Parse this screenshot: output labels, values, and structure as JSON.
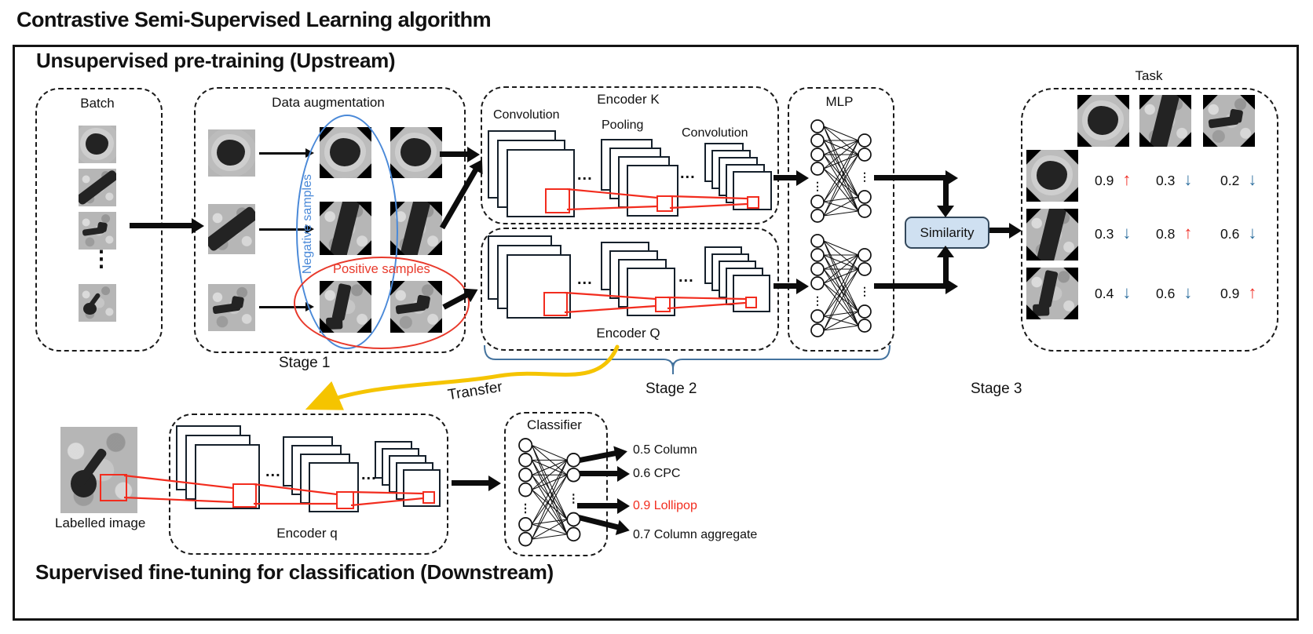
{
  "title": "Contrastive Semi-Supervised Learning algorithm",
  "upstream": {
    "heading": "Unsupervised pre-training (Upstream)",
    "batch": {
      "label": "Batch"
    },
    "augmentation": {
      "label": "Data augmentation",
      "negative_label": "Negative samples",
      "positive_label": "Positive samples"
    },
    "stage1_label": "Stage 1",
    "stage2_label": "Stage 2",
    "stage3_label": "Stage 3",
    "encoder_k": {
      "label": "Encoder K",
      "conv_left_label": "Convolution",
      "pooling_label": "Pooling",
      "conv_right_label": "Convolution"
    },
    "encoder_q": {
      "label": "Encoder Q"
    },
    "mlp": {
      "label": "MLP"
    },
    "similarity_label": "Similarity",
    "task": {
      "label": "Task",
      "rows": [
        {
          "cells": [
            {
              "value": "0.9",
              "arrow": "↑",
              "direction": "up"
            },
            {
              "value": "0.3",
              "arrow": "↓",
              "direction": "down"
            },
            {
              "value": "0.2",
              "arrow": "↓",
              "direction": "down"
            }
          ]
        },
        {
          "cells": [
            {
              "value": "0.3",
              "arrow": "↓",
              "direction": "down"
            },
            {
              "value": "0.8",
              "arrow": "↑",
              "direction": "up"
            },
            {
              "value": "0.6",
              "arrow": "↓",
              "direction": "down"
            }
          ]
        },
        {
          "cells": [
            {
              "value": "0.4",
              "arrow": "↓",
              "direction": "down"
            },
            {
              "value": "0.6",
              "arrow": "↓",
              "direction": "down"
            },
            {
              "value": "0.9",
              "arrow": "↑",
              "direction": "up"
            }
          ]
        }
      ]
    }
  },
  "transfer_label": "Transfer",
  "downstream": {
    "heading": "Supervised fine-tuning for classification (Downstream)",
    "labelled_image_caption": "Labelled image",
    "encoder_q_label": "Encoder q",
    "classifier": {
      "label": "Classifier"
    },
    "outputs": [
      {
        "text": "0.5 Column",
        "highlight": false
      },
      {
        "text": "0.6 CPC",
        "highlight": false
      },
      {
        "text": "0.9 Lollipop",
        "highlight": true
      },
      {
        "text": "0.7 Column aggregate",
        "highlight": false
      }
    ]
  },
  "glyphs": {
    "vdots": "⋮",
    "hdots": "..."
  },
  "colors": {
    "positive_red": "#e8392b",
    "negative_blue": "#4a89d8",
    "arrow_up_red": "#f03028",
    "arrow_down_blue": "#2e6f9e",
    "similarity_fill": "#cfe0f1",
    "transfer_yellow": "#f5c400",
    "brace_blue": "#44739e",
    "receptive_field_red": "#f22c1e"
  }
}
